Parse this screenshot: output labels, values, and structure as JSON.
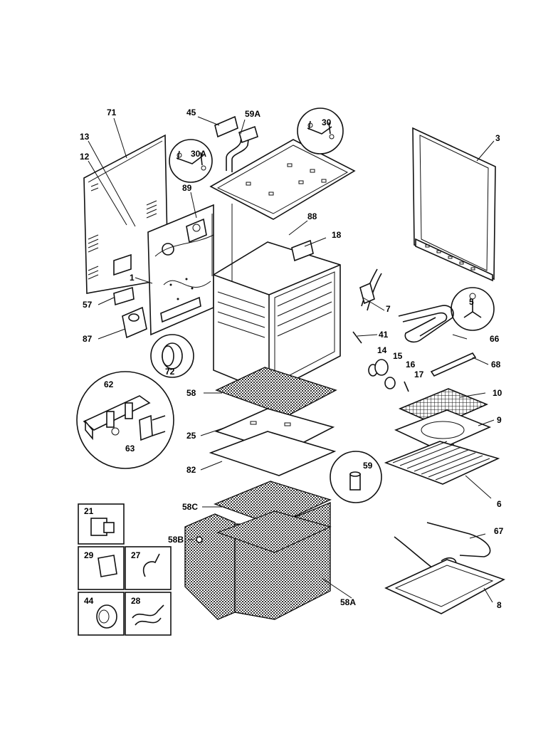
{
  "labels": {
    "l71": "71",
    "l13": "13",
    "l12": "12",
    "l45": "45",
    "l59a": "59A",
    "l30": "30",
    "l30a": "30A",
    "l89": "89",
    "l88": "88",
    "l18": "18",
    "l3": "3",
    "l1": "1",
    "l57": "57",
    "l87": "87",
    "l72": "72",
    "l7": "7",
    "l41": "41",
    "l5": "5",
    "l66": "66",
    "l68": "68",
    "l14": "14",
    "l15": "15",
    "l16": "16",
    "l17": "17",
    "l62": "62",
    "l63": "63",
    "l58": "58",
    "l25": "25",
    "l82": "82",
    "l10": "10",
    "l9": "9",
    "l6": "6",
    "l59": "59",
    "l58c": "58C",
    "l58b": "58B",
    "l58a": "58A",
    "l67": "67",
    "l8": "8",
    "l21": "21",
    "l29": "29",
    "l27": "27",
    "l44": "44",
    "l28": "28"
  }
}
